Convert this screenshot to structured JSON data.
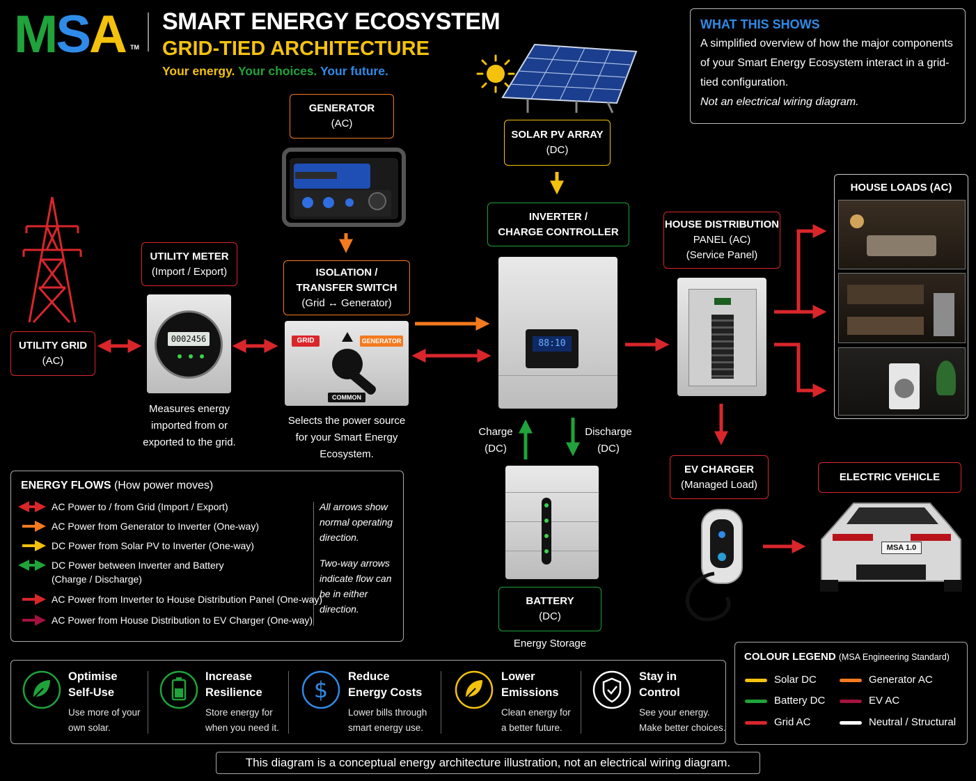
{
  "brand": {
    "logo": "MSA",
    "tm": "TM"
  },
  "header": {
    "title": "SMART ENERGY ECOSYSTEM",
    "subtitle": "GRID-TIED ARCHITECTURE",
    "tagline_1": "Your energy.",
    "tagline_2": "Your choices.",
    "tagline_3": "Your future."
  },
  "what_this_shows": {
    "heading": "WHAT THIS SHOWS",
    "body": "A simplified overview of how the major components of your Smart Energy Ecosystem interact in a grid-tied configuration.",
    "note": "Not an electrical wiring diagram."
  },
  "components": {
    "generator": {
      "title": "GENERATOR",
      "sub": "(AC)"
    },
    "solar": {
      "title": "SOLAR PV ARRAY",
      "sub": "(DC)"
    },
    "utility_meter": {
      "title": "UTILITY METER",
      "sub": "(Import / Export)",
      "reading": "0002456"
    },
    "utility_grid": {
      "title": "UTILITY GRID",
      "sub": "(AC)"
    },
    "switch": {
      "title_1": "ISOLATION /",
      "title_2": "TRANSFER SWITCH",
      "sub": "(Grid ↔ Generator)",
      "grid_label": "GRID",
      "generator_label": "GENERATOR",
      "common_label": "COMMON"
    },
    "inverter": {
      "title_1": "INVERTER /",
      "title_2": "CHARGE CONTROLLER",
      "display": "88:10"
    },
    "distribution": {
      "title_1": "HOUSE DISTRIBUTION",
      "title_2": "PANEL (AC)",
      "sub": "(Service Panel)"
    },
    "house_loads": {
      "title": "HOUSE LOADS (AC)"
    },
    "battery": {
      "title": "BATTERY",
      "sub": "(DC)"
    },
    "ev_charger": {
      "title": "EV CHARGER",
      "sub": "(Managed Load)"
    },
    "ev": {
      "title": "ELECTRIC VEHICLE",
      "plate": "MSA 1.0"
    }
  },
  "captions": {
    "meter_1": "Measures energy",
    "meter_2": "imported from or",
    "meter_3": "exported to the grid.",
    "switch_1": "Selects the power source",
    "switch_2": "for your Smart Energy",
    "switch_3": "Ecosystem.",
    "charge_1": "Charge",
    "charge_2": "(DC)",
    "discharge_1": "Discharge",
    "discharge_2": "(DC)",
    "battery": "Energy Storage"
  },
  "energy_flows": {
    "heading": "ENERGY FLOWS",
    "heading_sub": "(How power moves)",
    "items": [
      {
        "label": "AC Power to / from Grid (Import / Export)",
        "color": "#d9262b"
      },
      {
        "label": "AC Power from Generator to Inverter (One-way)",
        "color": "#f47a1f"
      },
      {
        "label": "DC Power from Solar PV to Inverter (One-way)",
        "color": "#f4c20d"
      },
      {
        "label": "DC Power between Inverter and Battery",
        "label_2": "(Charge / Discharge)",
        "color": "#1fa33a"
      },
      {
        "label": "AC Power from Inverter to House Distribution Panel (One-way)",
        "color": "#d9262b"
      },
      {
        "label": "AC Power from House Distribution to EV Charger (One-way)",
        "color": "#a3123f"
      }
    ],
    "note_1": [
      "All arrows show",
      "normal operating",
      "direction."
    ],
    "note_2": [
      "Two-way arrows",
      "indicate flow can",
      "be in either",
      "direction."
    ]
  },
  "benefits": [
    {
      "title_1": "Optimise",
      "title_2": "Self-Use",
      "desc_1": "Use more of your",
      "desc_2": "own solar.",
      "icon": "leaf-icon",
      "color": "#1fa33a"
    },
    {
      "title_1": "Increase",
      "title_2": "Resilience",
      "desc_1": "Store energy for",
      "desc_2": "when you need it.",
      "icon": "battery-icon",
      "color": "#1fa33a"
    },
    {
      "title_1": "Reduce",
      "title_2": "Energy Costs",
      "desc_1": "Lower bills through",
      "desc_2": "smart energy use.",
      "icon": "dollar-icon",
      "color": "#2f8be8"
    },
    {
      "title_1": "Lower",
      "title_2": "Emissions",
      "desc_1": "Clean energy for",
      "desc_2": "a better future.",
      "icon": "leaf-icon",
      "color": "#f4c20d"
    },
    {
      "title_1": "Stay in",
      "title_2": "Control",
      "desc_1": "See your energy.",
      "desc_2": "Make better choices.",
      "icon": "shield-check-icon",
      "color": "#ffffff"
    }
  ],
  "colour_legend": {
    "heading": "COLOUR LEGEND",
    "heading_sub": "(MSA Engineering Standard)",
    "items": [
      {
        "label": "Solar DC",
        "color": "#f4c20d"
      },
      {
        "label": "Generator AC",
        "color": "#f47a1f"
      },
      {
        "label": "Battery DC",
        "color": "#1fa33a"
      },
      {
        "label": "EV AC",
        "color": "#a3123f"
      },
      {
        "label": "Grid AC",
        "color": "#d9262b"
      },
      {
        "label": "Neutral / Structural",
        "color": "#ffffff"
      }
    ]
  },
  "footer": {
    "disclaimer": "This diagram is a conceptual energy architecture illustration, not an electrical wiring diagram."
  },
  "colors": {
    "red": "#d9262b",
    "orange": "#f47a1f",
    "yellow": "#f4c20d",
    "green": "#1fa33a",
    "blue": "#2f8be8",
    "maroon": "#a3123f"
  }
}
